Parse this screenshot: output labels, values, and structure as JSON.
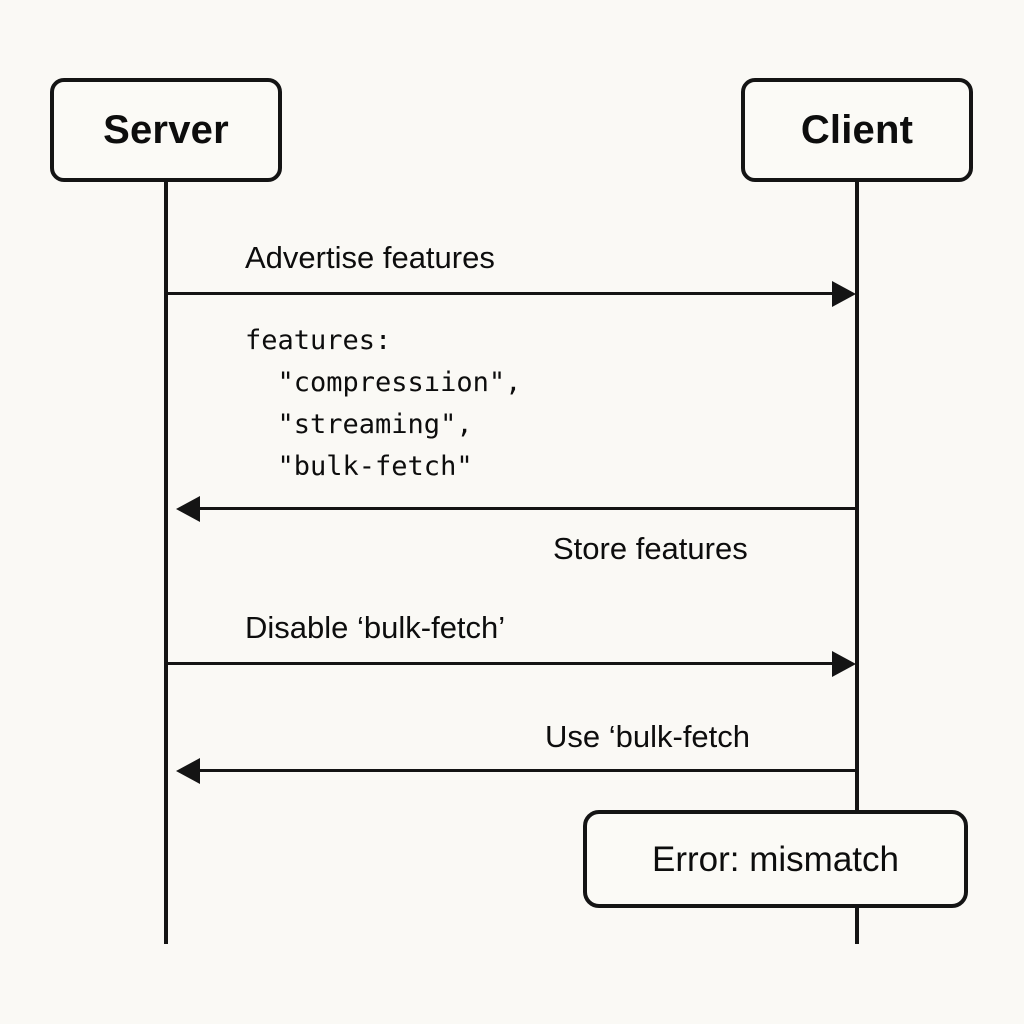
{
  "diagram": {
    "type": "sequence-diagram",
    "background_color": "#faf9f5",
    "stroke_color": "#141414",
    "participants": [
      {
        "id": "server",
        "label": "Server"
      },
      {
        "id": "client",
        "label": "Client"
      }
    ],
    "messages": [
      {
        "index": 1,
        "label": "Advertise features",
        "from": "server",
        "to": "client",
        "direction": "right"
      },
      {
        "index": 2,
        "label": "",
        "from": "client",
        "to": "server",
        "direction": "left"
      },
      {
        "index": 3,
        "label": "Disable ‘bulk-fetch’",
        "from": "server",
        "to": "client",
        "direction": "right"
      },
      {
        "index": 4,
        "label": "Use ‘bulk-fetch",
        "from": "client",
        "to": "server",
        "direction": "left"
      }
    ],
    "labels": {
      "advertise_features": "Advertise features",
      "store_features": "Store features",
      "disable_bulk_fetch": "Disable ‘bulk-fetch’",
      "use_bulk_fetch": "Use ‘bulk-fetch"
    },
    "note": {
      "lines": [
        "features:",
        "  \"compressıion\",",
        "  \"streaming\",",
        "  \"bulk-fetch\""
      ],
      "text": "features:\n  \"compressıion\",\n  \"streaming\",\n  \"bulk-fetch\""
    },
    "error_box": {
      "label": "Error: mismatch",
      "attached_to": "client"
    }
  }
}
